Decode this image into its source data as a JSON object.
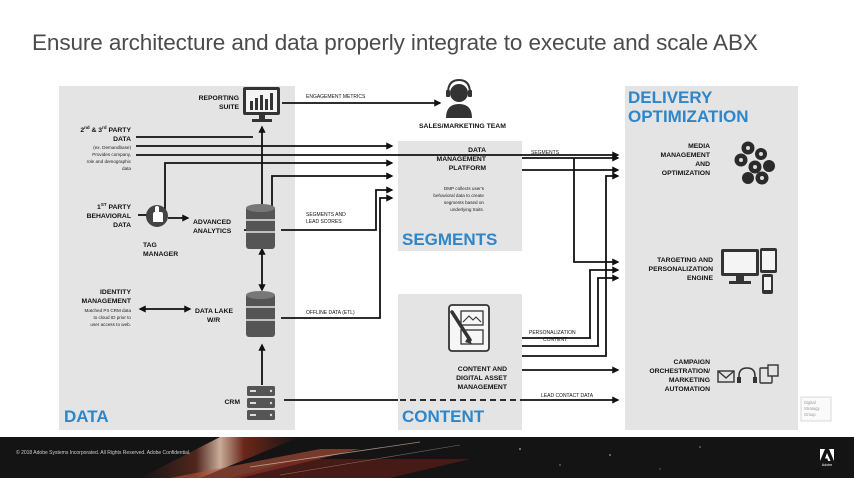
{
  "slide": {
    "title": "Ensure architecture and data properly integrate to execute and scale ABX"
  },
  "sections": {
    "data": "DATA",
    "segments": "SEGMENTS",
    "content": "CONTENT",
    "delivery_line1": "DELIVERY",
    "delivery_line2": "OPTIMIZATION"
  },
  "nodes": {
    "reporting_suite": [
      "REPORTING",
      "SUITE"
    ],
    "second_third_party": {
      "title_prefix": "2",
      "title_sup1": "nd",
      "title_mid": " & 3",
      "title_sup2": "rd",
      "title_suffix": " PARTY",
      "title_line2": "DATA",
      "desc": [
        "(ex. Demandbase)",
        "Provides company,",
        "role and demographic",
        "data"
      ]
    },
    "first_party": {
      "line1_prefix": "1",
      "line1_sup": "ST",
      "line1_suffix": " PARTY",
      "line2": "BEHAVIORAL",
      "line3": "DATA"
    },
    "tag_manager": [
      "TAG",
      "MANAGER"
    ],
    "advanced_analytics": [
      "ADVANCED",
      "ANALYTICS"
    ],
    "identity_management": {
      "title": [
        "IDENTITY",
        "MANAGEMENT"
      ],
      "desc": [
        "Matched PII CRM data",
        "to cloud ID prior to",
        "user access to web."
      ]
    },
    "data_lake": [
      "DATA LAKE",
      "W/R"
    ],
    "crm": "CRM",
    "sales_marketing_team": "SALES/MARKETING TEAM",
    "dmp": {
      "title": [
        "DATA",
        "MANAGEMENT",
        "PLATFORM"
      ],
      "desc": [
        "DMP collects user's",
        "behavioral data to create",
        "segments based on",
        "underlying traits."
      ]
    },
    "content_asset": [
      "CONTENT AND",
      "DIGITAL ASSET",
      "MANAGEMENT"
    ],
    "media_management": [
      "MEDIA",
      "MANAGEMENT",
      "AND",
      "OPTIMIZATION"
    ],
    "targeting_personalization": [
      "TARGETING AND",
      "PERSONALIZATION",
      "ENGINE"
    ],
    "campaign_orchestration": [
      "CAMPAIGN",
      "ORCHESTRATION/",
      "MARKETING",
      "AUTOMATION"
    ]
  },
  "edge_labels": {
    "engagement_metrics": "ENGAGEMENT METRICS",
    "segments": "SEGMENTS",
    "segments_and_lead_scores": [
      "SEGMENTS AND",
      "LEAD SCORES"
    ],
    "offline_data": "OFFLINE DATA (ETL)",
    "personalization_content": [
      "PERSONALIZATION",
      "CONTENT"
    ],
    "lead_contact_data": "LEAD CONTACT DATA"
  },
  "watermark": [
    "Digital",
    "Strategy",
    "Group"
  ],
  "footer": {
    "copyright": "© 2018 Adobe Systems Incorporated.  All Rights Reserved.  Adobe Confidential.",
    "logo_text": "Adobe"
  },
  "colors": {
    "panel": "#e4e4e4",
    "section_title": "#2e86c9",
    "ink": "#111111",
    "title_text": "#4b4b4b",
    "footer_bg": "#141414"
  },
  "icons": [
    "monitor-bar-chart-icon",
    "database-icon",
    "tag-manager-hand-icon",
    "headset-person-icon",
    "server-icon",
    "asset-document-icon",
    "social-media-icon",
    "devices-icon",
    "campaign-channels-icon",
    "adobe-logo-icon"
  ]
}
